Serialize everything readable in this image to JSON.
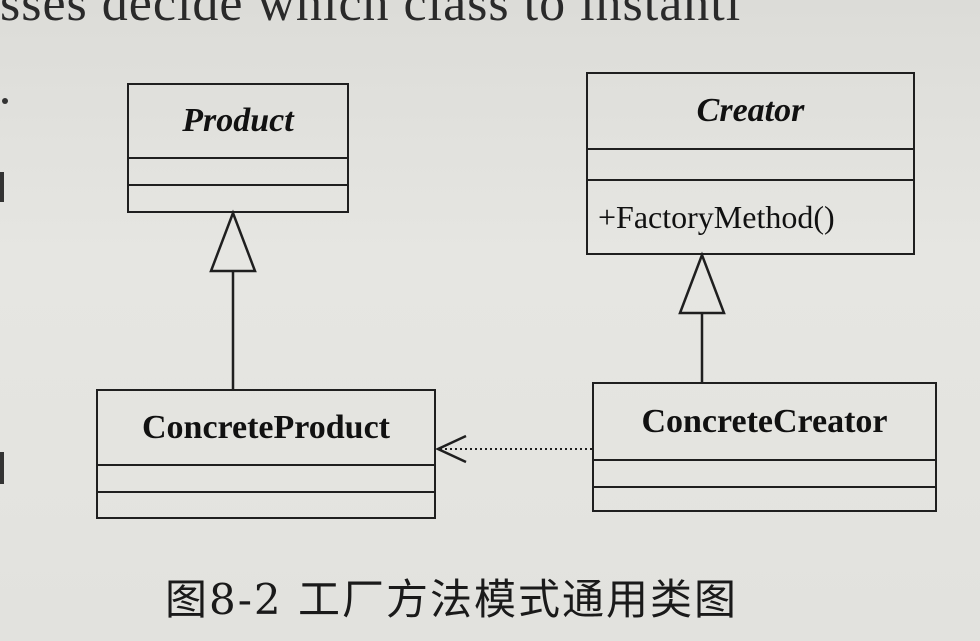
{
  "page": {
    "top_text": "sses decide which class to instanti",
    "caption": "图8-2   工厂方法模式通用类图"
  },
  "diagram": {
    "classes": {
      "product": {
        "name": "Product",
        "abstract": true,
        "operations": []
      },
      "creator": {
        "name": "Creator",
        "abstract": true,
        "operations": [
          "+FactoryMethod()"
        ]
      },
      "concrete_product": {
        "name": "ConcreteProduct",
        "abstract": false,
        "operations": []
      },
      "concrete_creator": {
        "name": "ConcreteCreator",
        "abstract": false,
        "operations": []
      }
    },
    "relations": [
      {
        "type": "generalization",
        "from": "ConcreteProduct",
        "to": "Product"
      },
      {
        "type": "generalization",
        "from": "ConcreteCreator",
        "to": "Creator"
      },
      {
        "type": "dependency",
        "from": "ConcreteCreator",
        "to": "ConcreteProduct"
      }
    ]
  }
}
